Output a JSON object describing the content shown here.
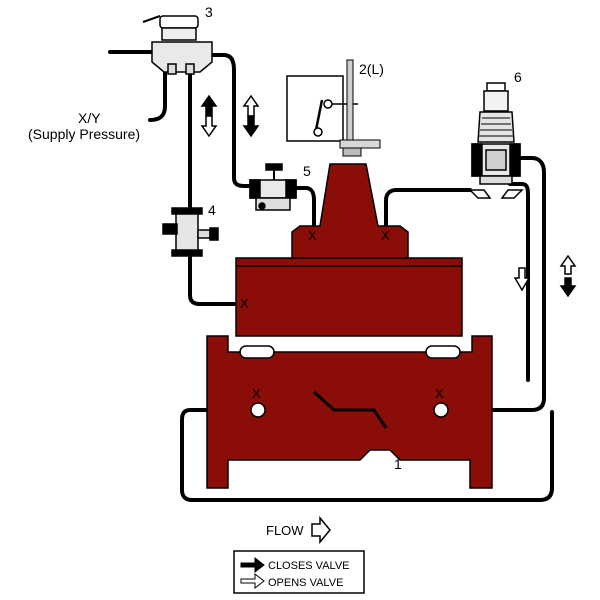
{
  "labels": {
    "main_valve_number": "1",
    "actuator_number": "2(L)",
    "pilot_top_number": "3",
    "needle_valve_number": "4",
    "ball_valve_number": "5",
    "pilot_right_number": "6",
    "supply_line": "X/Y",
    "supply_line_sub": "(Supply Pressure)",
    "port_marker": "X",
    "flow": "FLOW"
  },
  "legend": {
    "closes_label": "CLOSES VALVE",
    "opens_label": "OPENS VALVE"
  },
  "colors": {
    "valve_body": "#8b0d08",
    "line": "#000000",
    "background": "#ffffff"
  }
}
